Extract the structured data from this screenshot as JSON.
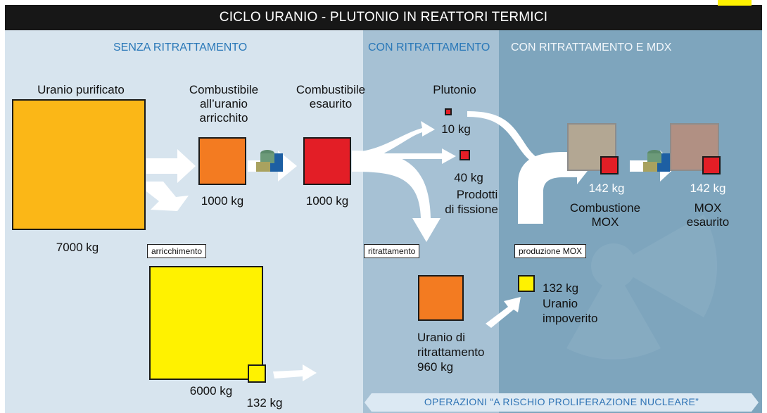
{
  "title": "CICLO URANIO - PLUTONIO IN REATTORI TERMICI",
  "sections": {
    "senza": "SENZA RITRATTAMENTO",
    "con": "CON RITRATTAMENTO",
    "con_mox": "CON RITRATTAMENTO E MDX"
  },
  "labels": {
    "uranio_purificato": "Uranio purificato",
    "uranio_purificato_kg": "7000 kg",
    "comb_arricchito_1": "Combustibile",
    "comb_arricchito_2": "all’uranio",
    "comb_arricchito_3": "arricchito",
    "comb_arricchito_kg": "1000 kg",
    "comb_esaurito_1": "Combustibile",
    "comb_esaurito_2": "esaurito",
    "comb_esaurito_kg": "1000 kg",
    "plutonio": "Plutonio",
    "plutonio_kg": "10 kg",
    "prodotti_kg": "40 kg",
    "prodotti_1": "Prodotti",
    "prodotti_2": "di fissione",
    "combustione_kg": "142 kg",
    "combustione_1": "Combustione",
    "combustione_2": "MOX",
    "mox_esaurito_kg": "142 kg",
    "mox_esaurito_1": "MOX",
    "mox_esaurito_2": "esaurito",
    "uranio_ritr_1": "Uranio di",
    "uranio_ritr_2": "ritrattamento",
    "uranio_ritr_kg": "960 kg",
    "impoverito_kg": "132 kg",
    "impoverito_1": "Uranio",
    "impoverito_2": "impoverito",
    "arricchimento_main_kg": "6000 kg",
    "arricchimento_small_kg": "132 kg"
  },
  "tags": {
    "arricchimento": "arricchimento",
    "ritrattamento": "ritrattamento",
    "produzione_mox": "produzione MOX"
  },
  "footer": "OPERAZIONI “A RISCHIO PROLIFERAZIONE NUCLEARE”",
  "colors": {
    "title_bg": "#171717",
    "panel1": "#d7e4ee",
    "panel2": "#a6c1d4",
    "panel3": "#7ea5bd",
    "section_text": "#2a78b8",
    "orange_large": "#fbb717",
    "orange": "#f37b21",
    "red": "#e31e26",
    "yellow": "#fff200",
    "mox_grey": "#b3a793",
    "mox_grey2": "#b19083"
  }
}
